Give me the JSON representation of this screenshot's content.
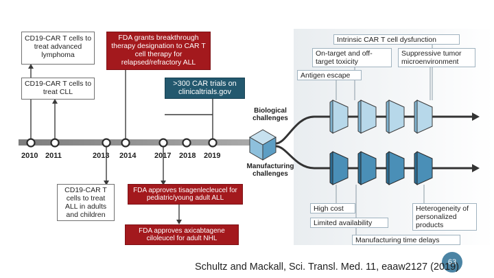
{
  "timeline": {
    "years": [
      "2010",
      "2011",
      "2013",
      "2014",
      "2017",
      "2018",
      "2019"
    ]
  },
  "events_above": {
    "lymphoma": "CD19-CAR T cells to treat advanced lymphoma",
    "cll": "CD19-CAR T cells to treat CLL",
    "fda_breakthrough": "FDA grants breakthrough therapy designation to CAR T cell therapy for relapsed/refractory ALL",
    "trials": ">300 CAR trials on clinicaltrials.gov"
  },
  "events_below": {
    "all": "CD19-CAR T cells to treat ALL in adults and children",
    "tisagenlecleucel": "FDA approves tisagenlecleucel for pediatric/young adult ALL",
    "axicabtagene": "FDA approves axicabtagene ciloleucel for adult NHL"
  },
  "challenges": {
    "biological_label": "Biological challenges",
    "manufacturing_label": "Manufacturing challenges",
    "biological": {
      "intrinsic": "Intrinsic CAR T cell dysfunction",
      "on_target": "On-target and off-target toxicity",
      "suppressive": "Suppressive tumor microenvironment",
      "antigen_escape": "Antigen escape"
    },
    "manufacturing": {
      "high_cost": "High cost",
      "limited": "Limited availability",
      "heterogeneity": "Heterogeneity of personalized products",
      "time_delays": "Manufacturing time delays"
    }
  },
  "colors": {
    "red": "#a3191d",
    "teal": "#23586e",
    "light_blue": "#a9cde0",
    "dark_blue": "#3f86ad",
    "gray_bg": "#e9edf0"
  },
  "citation": "Schultz and Mackall, Sci. Transl. Med. 11, eaaw2127 (2019)",
  "page_number": "63"
}
